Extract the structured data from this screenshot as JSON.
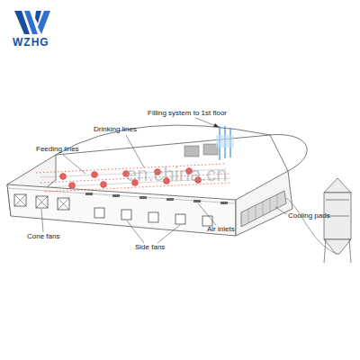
{
  "diagram": {
    "labels": [
      "WZHG",
      "Filling system to 1st floor",
      "Drinking lines",
      "Feeding lines",
      "Cooling pads",
      "Cone fans",
      "Side fans",
      "Air inlets",
      "en.china.cn"
    ]
  }
}
